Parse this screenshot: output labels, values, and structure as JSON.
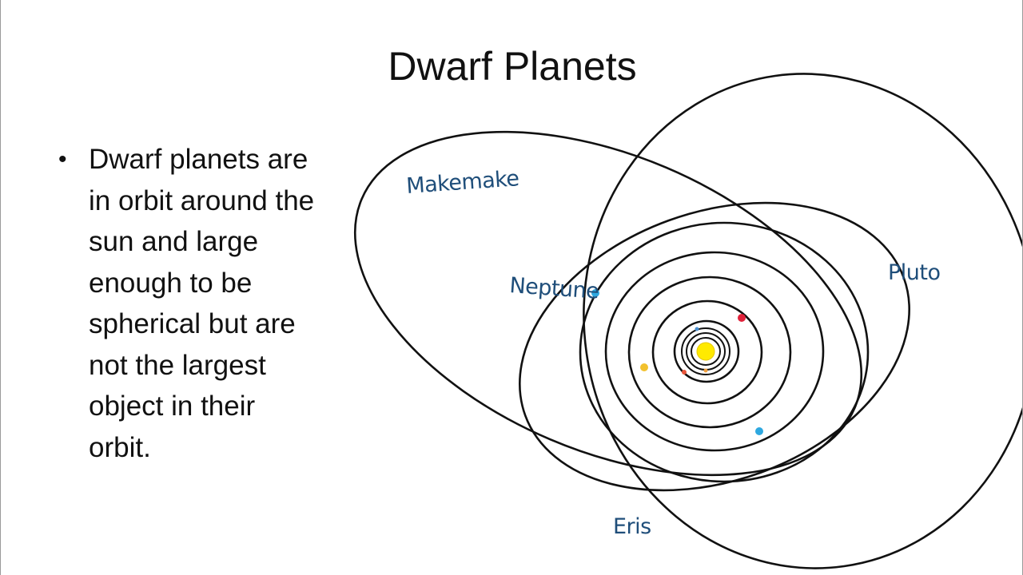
{
  "slide": {
    "title": "Dwarf Planets",
    "bullets": [
      "Dwarf planets are in orbit around the sun and large enough to be spherical but are not the largest object in their orbit."
    ]
  },
  "diagram": {
    "labels": {
      "makemake": "Makemake",
      "neptune": "Neptune",
      "pluto": "Pluto",
      "eris": "Eris"
    },
    "colors": {
      "orbit": "#111111",
      "sun": "#ffea00",
      "label": "#1f4e7a",
      "mars": "#e0223a",
      "saturn": "#f2c12e",
      "neptune": "#2ea8e0",
      "uranus": "#2ea8e0",
      "small_planet": "#e8553a"
    }
  }
}
